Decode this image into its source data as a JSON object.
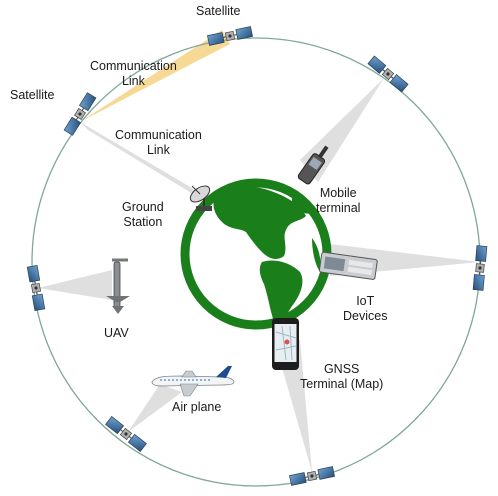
{
  "labels": {
    "satellite_top": "Satellite",
    "satellite_left": "Satellite",
    "comm_link_top": [
      "Communication",
      "Link"
    ],
    "comm_link_mid": [
      "Communication",
      "Link"
    ],
    "mobile_terminal": [
      "Mobile",
      "terminal"
    ],
    "ground_station": [
      "Ground",
      "Station"
    ],
    "iot_devices": [
      "IoT",
      "Devices"
    ],
    "uav": "UAV",
    "gnss_terminal": [
      "GNSS",
      "Terminal (Map)"
    ],
    "air_plane": "Air plane"
  },
  "colors": {
    "orbit": "#7fa89a",
    "globe": "#1a7f1a",
    "link_beam": "#d9d9d9",
    "sat_link_beam": "#f5d58a",
    "solar_panel": "#3a6fa0"
  },
  "icons": [
    "globe-icon",
    "satellite-icon",
    "ground-station-dish-icon",
    "mobile-phone-icon",
    "iot-device-icon",
    "uav-icon",
    "smartphone-map-icon",
    "airplane-icon"
  ]
}
